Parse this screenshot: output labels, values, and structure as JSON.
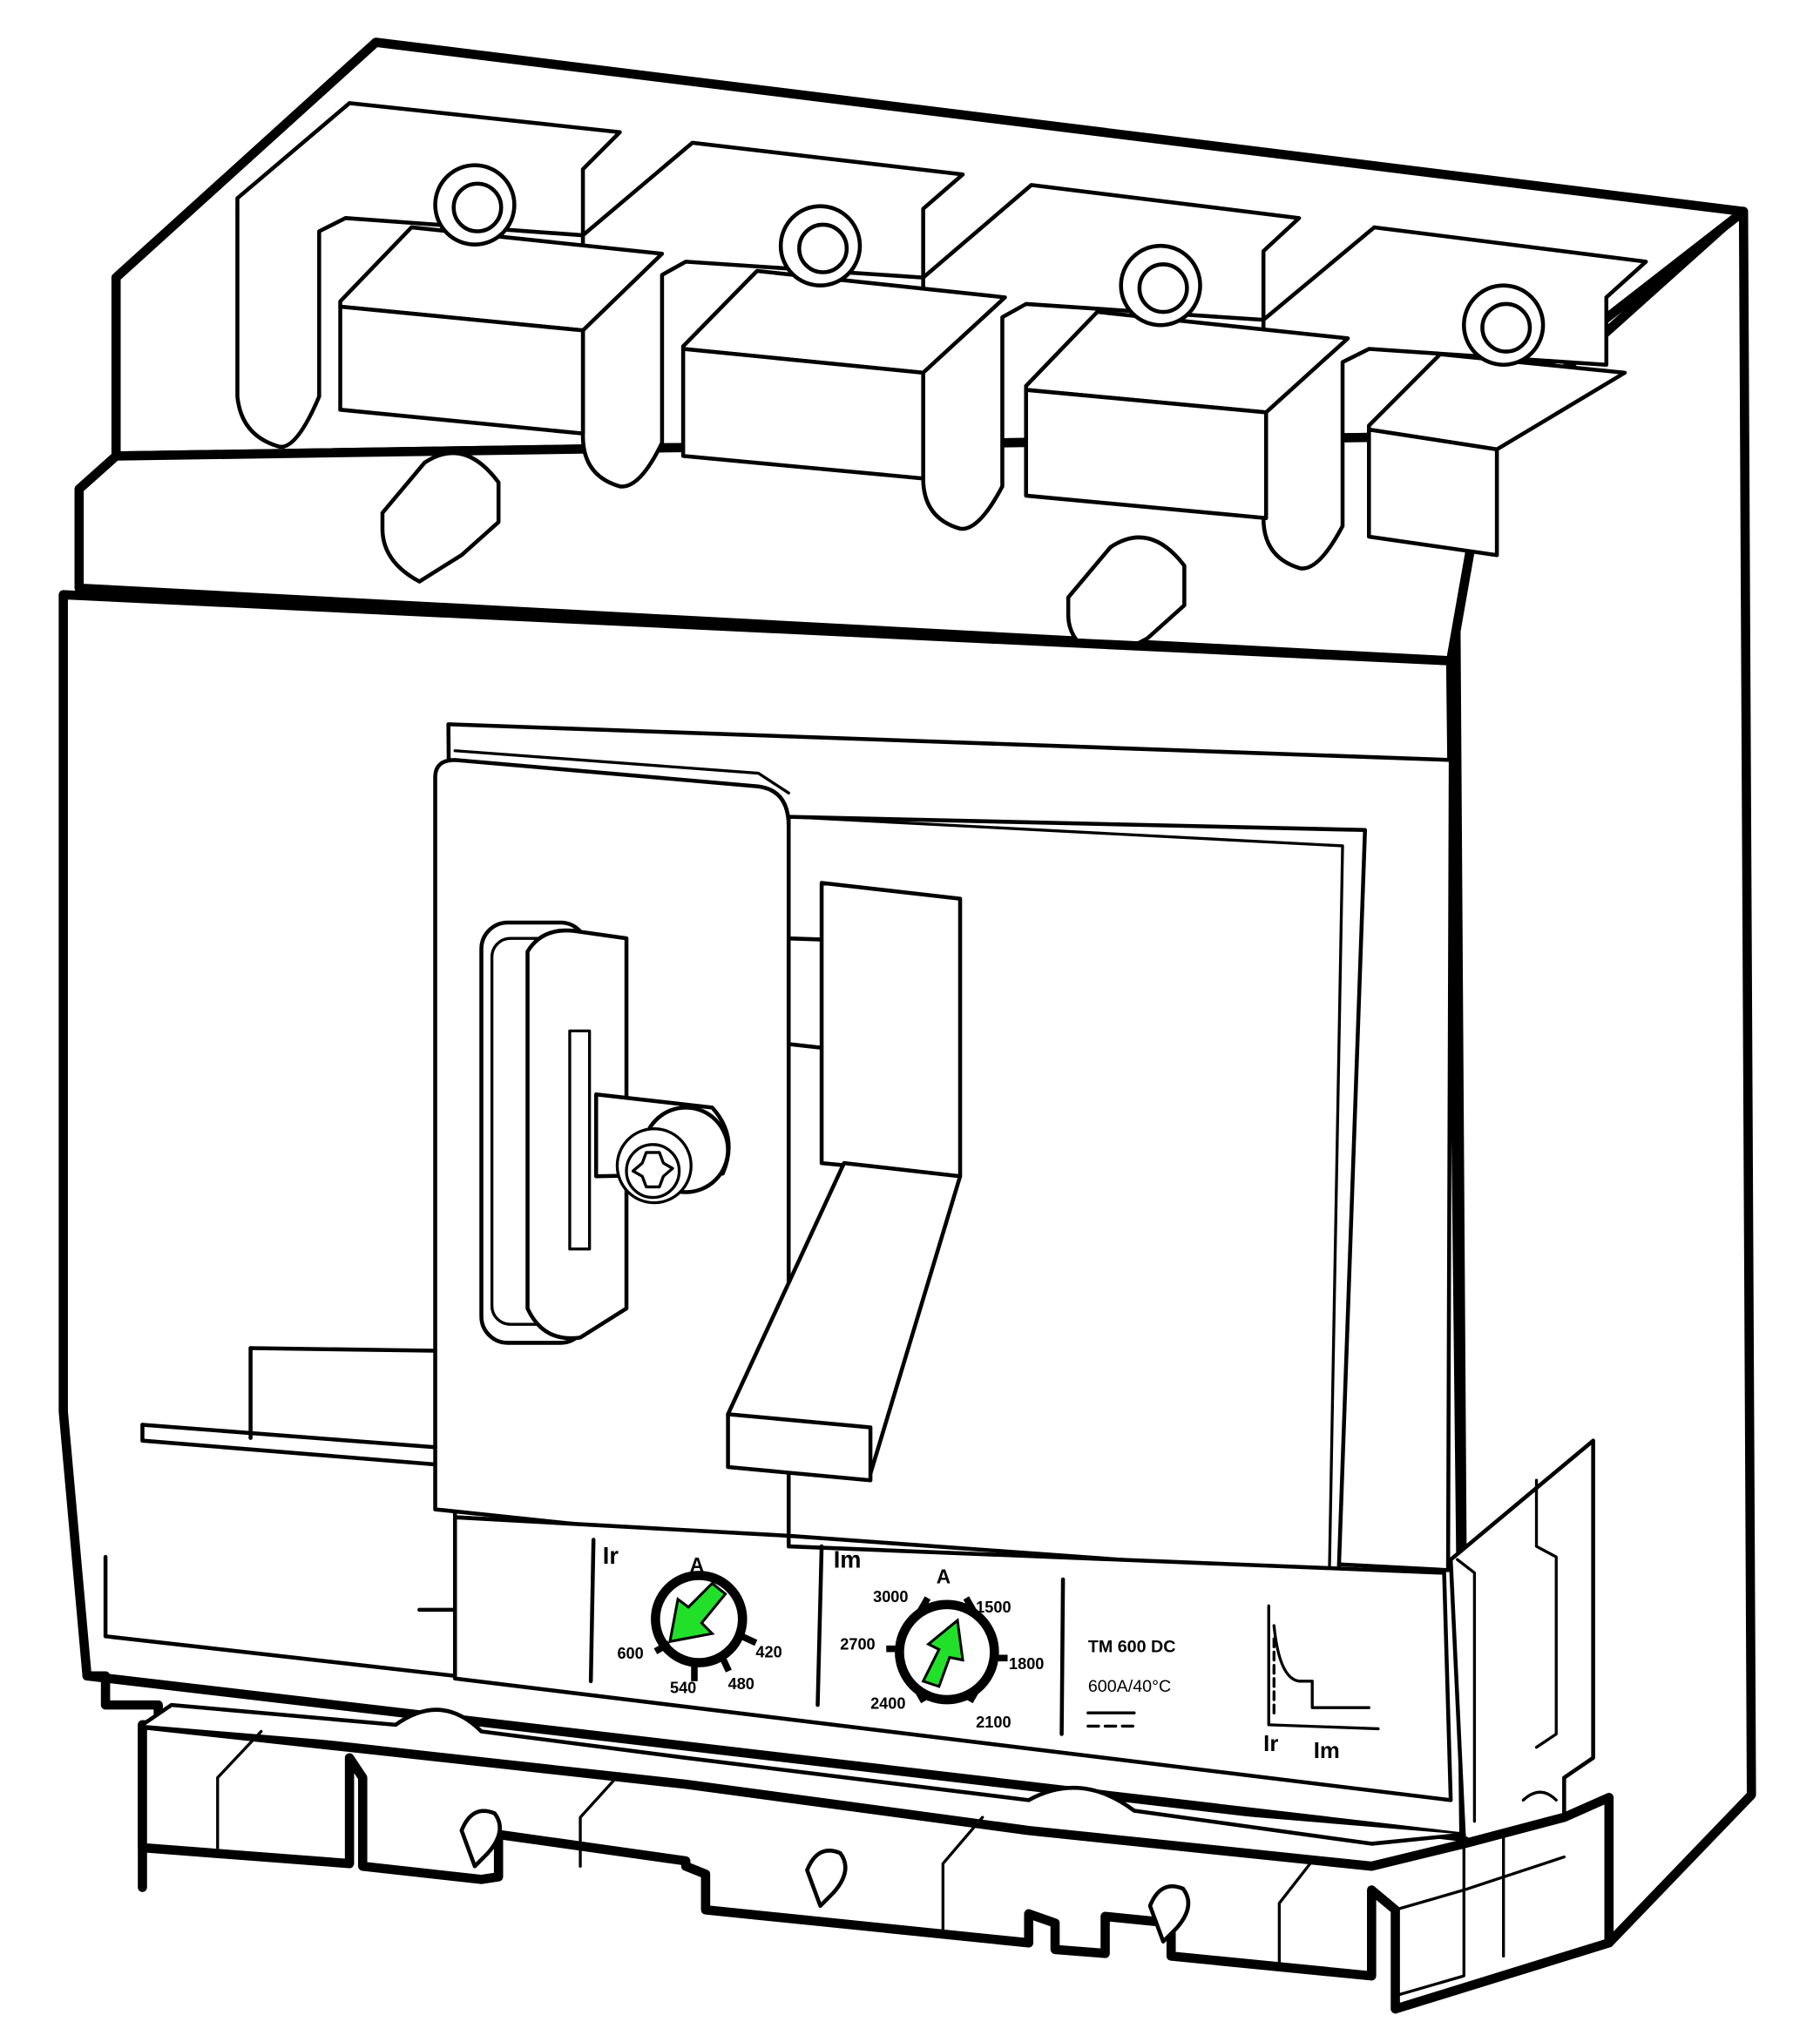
{
  "colors": {
    "outline": "#000000",
    "fill": "#ffffff",
    "indicator": "#22e02a"
  },
  "ir_dial": {
    "label": "Ir",
    "unit": "A",
    "scale": [
      "600",
      "540",
      "480",
      "420"
    ],
    "indicator": "green-arrow-icon"
  },
  "im_dial": {
    "label": "Im",
    "unit": "A",
    "scale": [
      "3000",
      "1500",
      "2700",
      "1800",
      "2400",
      "2100"
    ],
    "indicator": "green-arrow-icon"
  },
  "rating": {
    "model": "TM 600 DC",
    "value": "600A/40°C"
  },
  "curve": {
    "label_ir": "Ir",
    "label_im": "Im"
  }
}
